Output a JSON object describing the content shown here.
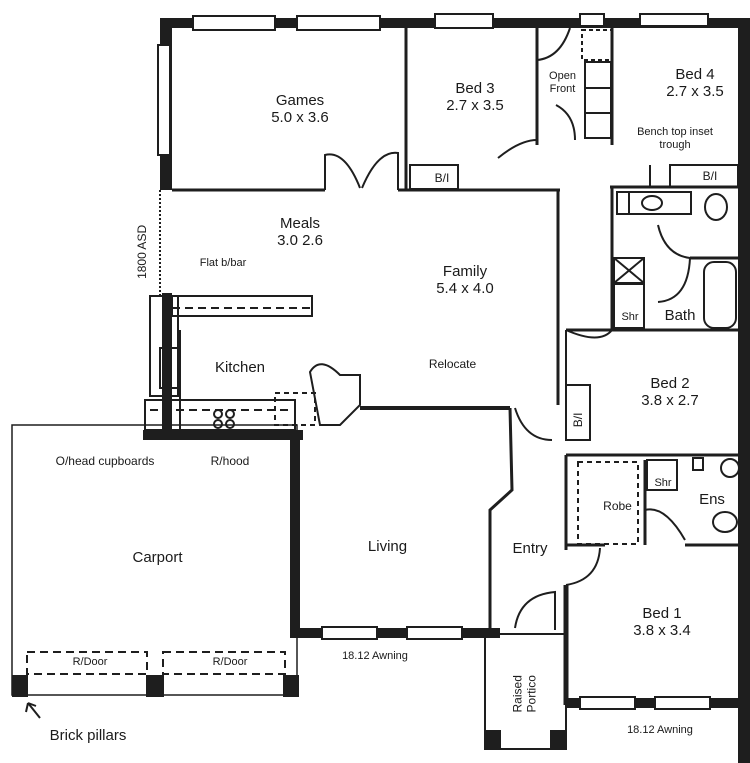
{
  "plan": {
    "rooms": [
      {
        "id": "games",
        "name": "Games",
        "size": "5.0 x 3.6"
      },
      {
        "id": "bed3",
        "name": "Bed 3",
        "size": "2.7 x 3.5"
      },
      {
        "id": "bed4",
        "name": "Bed 4",
        "size": "2.7 x 3.5"
      },
      {
        "id": "meals",
        "name": "Meals",
        "size": "3.0 2.6"
      },
      {
        "id": "family",
        "name": "Family",
        "size": "5.4 x 4.0"
      },
      {
        "id": "kitchen",
        "name": "Kitchen",
        "size": ""
      },
      {
        "id": "bed2",
        "name": "Bed 2",
        "size": "3.8 x 2.7"
      },
      {
        "id": "bath",
        "name": "Bath",
        "size": ""
      },
      {
        "id": "living",
        "name": "Living",
        "size": ""
      },
      {
        "id": "entry",
        "name": "Entry",
        "size": ""
      },
      {
        "id": "carport",
        "name": "Carport",
        "size": ""
      },
      {
        "id": "bed1",
        "name": "Bed 1",
        "size": "3.8 x 3.4"
      },
      {
        "id": "ens",
        "name": "Ens",
        "size": ""
      },
      {
        "id": "robe",
        "name": "Robe",
        "size": ""
      },
      {
        "id": "portico",
        "name": "Raised\nPortico",
        "size": ""
      }
    ],
    "annotations": {
      "open_front_1": "Open",
      "open_front_2": "Front",
      "bench_1": "Bench top inset",
      "bench_2": "trough",
      "bi_bed3": "B/I",
      "bi_bed4": "B/I",
      "bi_bed2": "B/I",
      "asd": "1800 ASD",
      "flat_bbar": "Flat b/bar",
      "relocate": "Relocate",
      "ohead": "O/head cupboards",
      "rhood": "R/hood",
      "rdoor1": "R/Door",
      "rdoor2": "R/Door",
      "brick_pillars": "Brick pillars",
      "awning_living": "18.12 Awning",
      "awning_bed1": "18.12 Awning",
      "shr_bath": "Shr",
      "shr_ens": "Shr",
      "portico_1": "Raised",
      "portico_2": "Portico"
    },
    "colors": {
      "wall": "#1e1e1e",
      "line": "#2a2a2a",
      "background": "#ffffff"
    }
  }
}
